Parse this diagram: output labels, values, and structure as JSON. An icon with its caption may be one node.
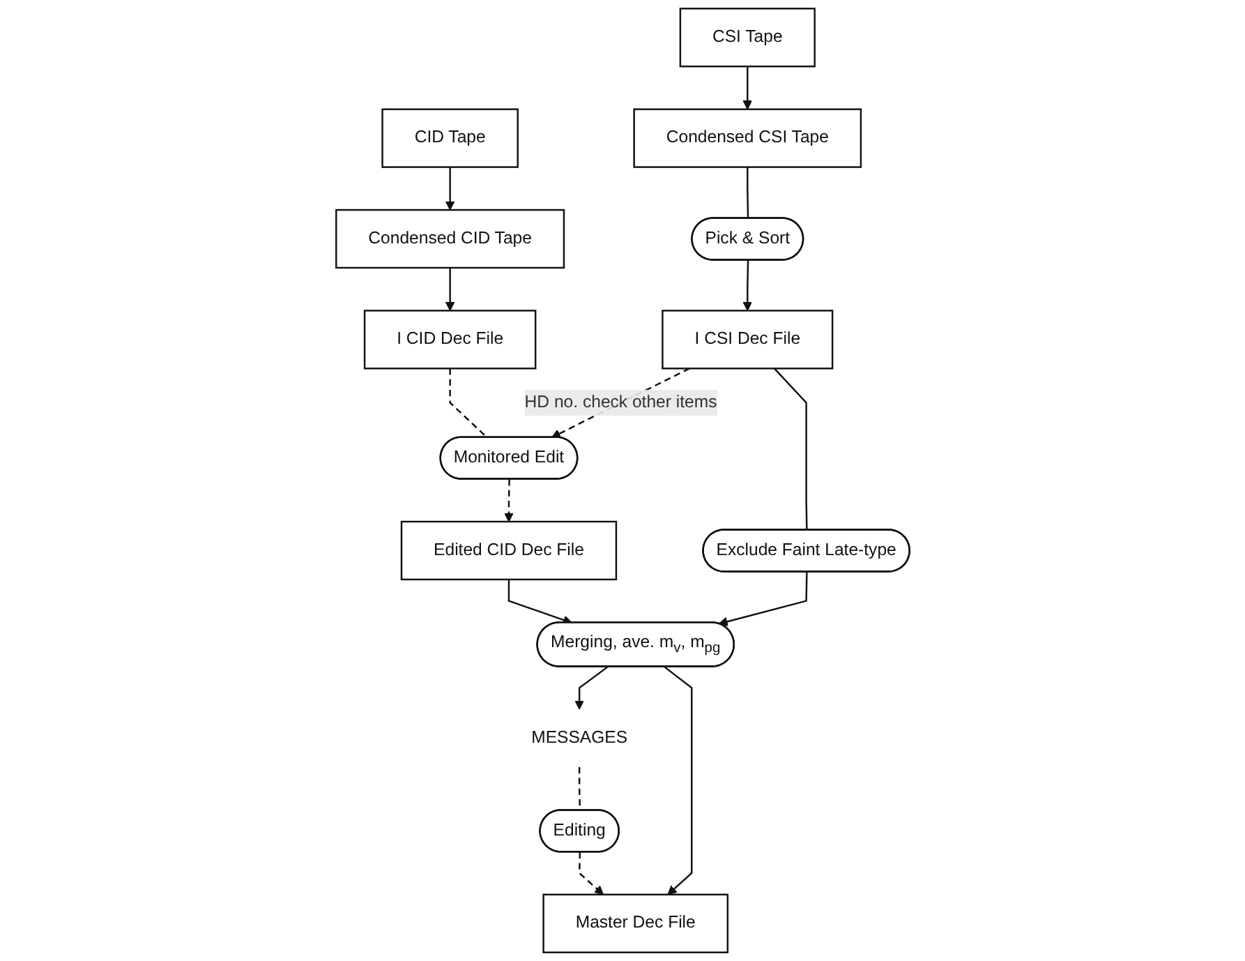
{
  "diagram": {
    "nodes": [
      {
        "text": [
          "CID Tape"
        ]
      },
      {
        "text": [
          "Condensed CID Tape"
        ]
      },
      {
        "text": [
          "I CID Dec File"
        ]
      },
      {
        "text": [
          "Monitored Edit"
        ]
      },
      {
        "text": [
          "Edited CID Dec File"
        ]
      },
      {
        "text": [
          "CSI Tape"
        ]
      },
      {
        "text": [
          "Condensed CSI Tape"
        ]
      },
      {
        "text": [
          "Pick & Sort"
        ]
      },
      {
        "text": [
          "I CSI Dec File"
        ]
      },
      {
        "text": [
          "Exclude Faint Late-type"
        ]
      },
      {
        "text": [
          "Merging, ave. m$_{v}$, m$_{pg}$"
        ]
      },
      {
        "text": [
          "MESSAGES"
        ]
      },
      {
        "text": [
          "Editing"
        ]
      },
      {
        "text": [
          "Master Dec File"
        ]
      }
    ],
    "edges": [
      {
        "from": 0,
        "to": 1,
        "arrow": "to"
      },
      {
        "from": 1,
        "to": 2,
        "arrow": "to"
      },
      {
        "from": 2,
        "to": 3,
        "arrow": "none",
        "style": "dashed"
      },
      {
        "from": 3,
        "to": 4,
        "arrow": "to",
        "style": "dashed"
      },
      {
        "from": 5,
        "to": 6,
        "arrow": "to"
      },
      {
        "from": 6,
        "to": 7,
        "arrow": "none"
      },
      {
        "from": 7,
        "to": 8,
        "arrow": "to"
      },
      {
        "from": 8,
        "to": 3,
        "arrow": "to",
        "style": "dashed",
        "label": "HD no. check other items"
      },
      {
        "from": 8,
        "to": 9,
        "arrow": "none"
      },
      {
        "from": 4,
        "to": 10,
        "arrow": "to"
      },
      {
        "from": 9,
        "to": 10,
        "arrow": "to"
      },
      {
        "from": 10,
        "to": 11,
        "arrow": "to"
      },
      {
        "from": 11,
        "to": 12,
        "arrow": "none",
        "style": "dashed"
      },
      {
        "from": 12,
        "to": 13,
        "arrow": "to",
        "style": "dashed"
      },
      {
        "from": 10,
        "to": 13,
        "arrow": "to"
      }
    ]
  }
}
